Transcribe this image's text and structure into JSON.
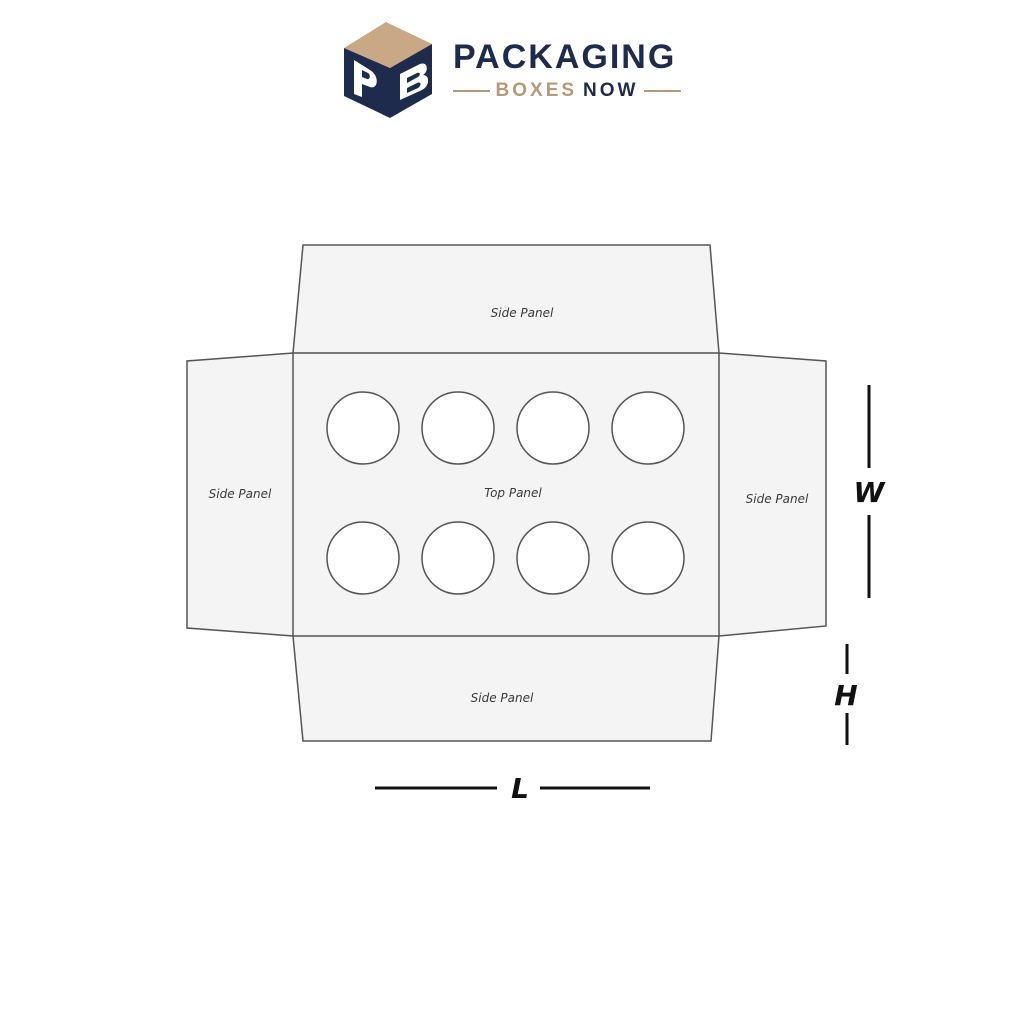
{
  "brand": {
    "name_line1": "PACKAGING",
    "name_word2": "BOXES",
    "name_word3": "NOW",
    "logo_letters": "PB",
    "colors": {
      "navy": "#1f2b4d",
      "tan": "#b89876"
    }
  },
  "dieline": {
    "top_panel_label": "Top Panel",
    "side_panel_top_label": "Side Panel",
    "side_panel_left_label": "Side Panel",
    "side_panel_right_label": "Side Panel",
    "side_panel_bottom_label": "Side Panel",
    "cutout_count": 8,
    "cutout_rows": 2,
    "cutout_columns": 4,
    "colors": {
      "panel_fill": "#f4f4f4",
      "line": "#555555",
      "cutout_fill": "#ffffff"
    }
  },
  "dimensions": {
    "width_label": "W",
    "height_label": "H",
    "length_label": "L"
  }
}
